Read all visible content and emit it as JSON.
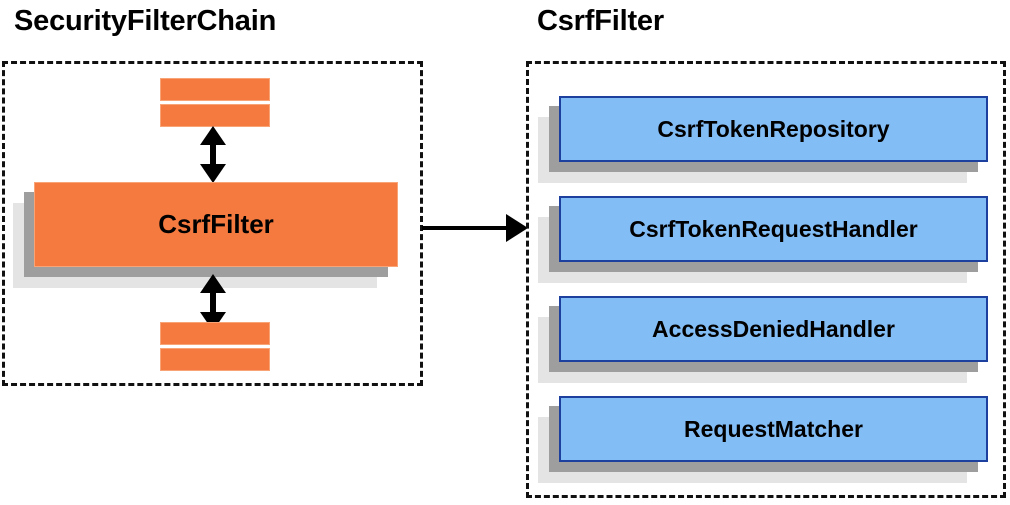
{
  "diagram": {
    "type": "component-relationship-diagram",
    "colors": {
      "filter_fill": "#f47a3f",
      "filter_border": "#f9a477",
      "dependency_fill": "#83bdf6",
      "dependency_border": "#1d3f9e",
      "shadow_dark": "#9e9e9e",
      "shadow_light": "#e4e4e4",
      "outline": "#111111",
      "arrow": "#000000",
      "background": "#ffffff"
    },
    "left_panel": {
      "title": "SecurityFilterChain",
      "main_component": "CsrfFilter",
      "preceding_filters": [
        "",
        ""
      ],
      "following_filters": [
        "",
        ""
      ],
      "arrows": [
        {
          "name": "arrow-top",
          "direction": "bidirectional"
        },
        {
          "name": "arrow-bottom",
          "direction": "bidirectional"
        }
      ]
    },
    "link_arrow": {
      "direction": "left-to-right",
      "from": "CsrfFilter",
      "to": "CsrfFilter detail"
    },
    "right_panel": {
      "title": "CsrfFilter",
      "dependencies": [
        {
          "label": "CsrfTokenRepository"
        },
        {
          "label": "CsrfTokenRequestHandler"
        },
        {
          "label": "AccessDeniedHandler"
        },
        {
          "label": "RequestMatcher"
        }
      ]
    }
  }
}
